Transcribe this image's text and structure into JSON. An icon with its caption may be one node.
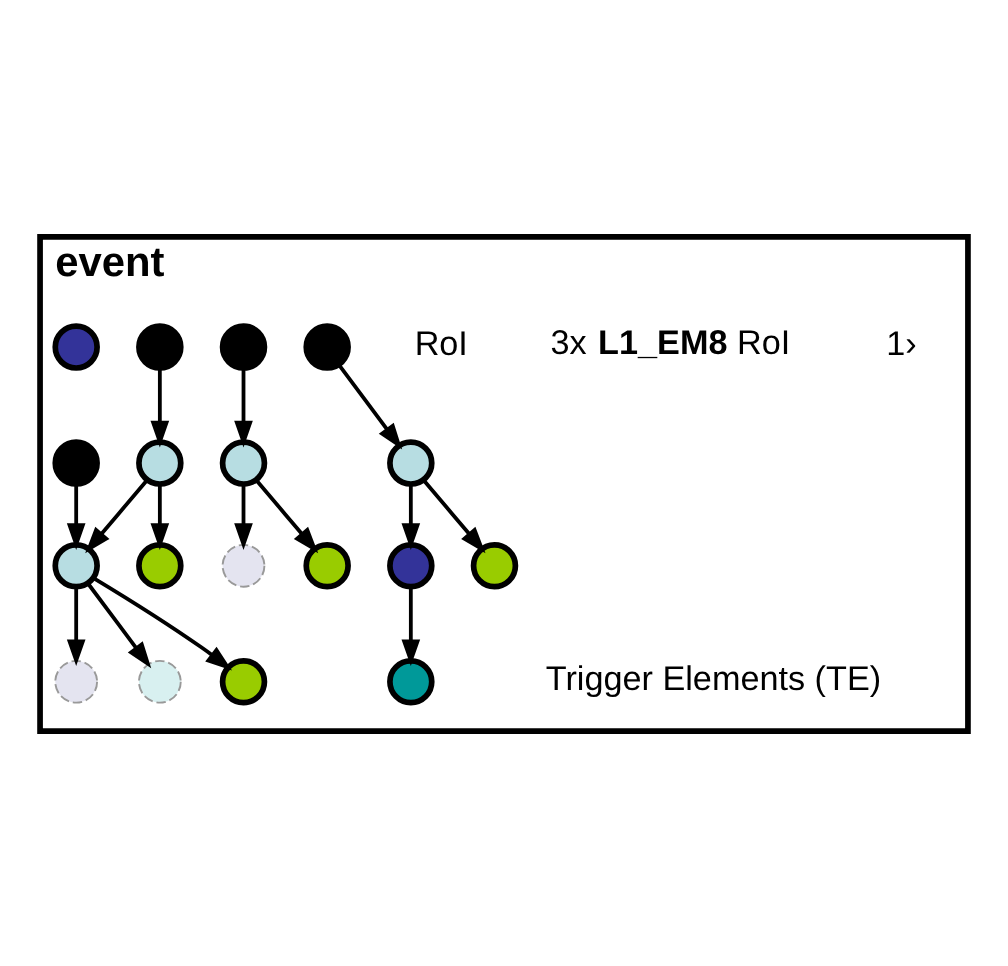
{
  "diagram": {
    "nodes": [
      {
        "text": [
          "event"
        ]
      },
      {
        "text": [],
        "shape": "circle",
        "in": 0
      },
      {
        "text": [],
        "shape": "circle",
        "in": 0
      },
      {
        "text": [],
        "shape": "circle",
        "in": 0
      },
      {
        "text": [],
        "shape": "circle",
        "in": 0
      },
      {
        "text": [],
        "shape": "circle",
        "in": 0
      },
      {
        "text": [],
        "shape": "circle",
        "in": 0
      },
      {
        "text": [],
        "shape": "circle",
        "in": 0
      },
      {
        "text": [],
        "shape": "circle",
        "in": 0
      },
      {
        "text": [],
        "shape": "circle",
        "in": 0
      },
      {
        "text": [],
        "shape": "circle",
        "in": 0
      },
      {
        "text": [],
        "shape": "circle",
        "in": 0
      },
      {
        "text": [],
        "shape": "circle",
        "in": 0
      },
      {
        "text": [],
        "shape": "circle",
        "in": 0
      },
      {
        "text": [],
        "shape": "circle",
        "in": 0
      },
      {
        "text": [],
        "shape": "circle",
        "in": 0
      },
      {
        "text": [],
        "shape": "circle",
        "in": 0
      },
      {
        "text": [],
        "shape": "circle",
        "in": 0
      },
      {
        "text": [],
        "shape": "circle",
        "in": 0
      }
    ],
    "edges": [
      {
        "from": 1,
        "to": 2,
        "arrow": "to"
      },
      {
        "from": 2,
        "to": 3,
        "arrow": "to"
      },
      {
        "from": 2,
        "to": 4,
        "arrow": "to"
      },
      {
        "from": 3,
        "to": 5,
        "arrow": "to"
      },
      {
        "from": 6,
        "to": 7,
        "arrow": "to"
      },
      {
        "from": 7,
        "to": 8,
        "arrow": "to"
      },
      {
        "from": 7,
        "to": 9,
        "arrow": "to"
      },
      {
        "from": 10,
        "to": 11,
        "arrow": "to"
      },
      {
        "from": 11,
        "to": 12,
        "arrow": "to"
      },
      {
        "from": 11,
        "to": 15,
        "arrow": "to"
      },
      {
        "from": 13,
        "to": 15,
        "arrow": "to"
      },
      {
        "from": 15,
        "to": 16,
        "arrow": "to"
      },
      {
        "from": 15,
        "to": 17,
        "arrow": "to"
      },
      {
        "from": 15,
        "to": 18,
        "arrow": "to"
      }
    ],
    "labels": [
      "1›",
      "3x **L1_EM8** RoI",
      "RoI",
      "Trigger Elements (TE)"
    ]
  }
}
